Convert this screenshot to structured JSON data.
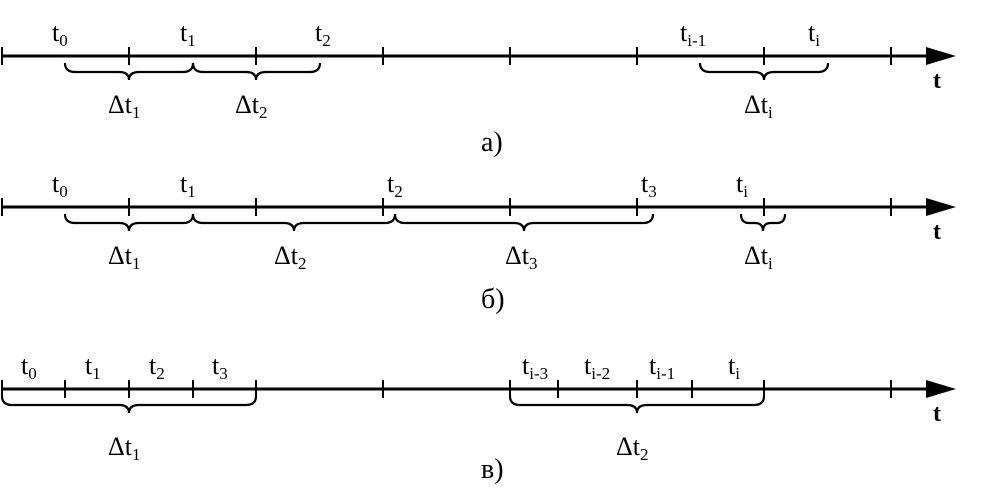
{
  "axis_symbol": "t",
  "panels": [
    {
      "caption": "а)",
      "points": [
        {
          "base": "t",
          "sub": "0"
        },
        {
          "base": "t",
          "sub": "1"
        },
        {
          "base": "t",
          "sub": "2"
        },
        {
          "base": "t",
          "sub": "i-1"
        },
        {
          "base": "t",
          "sub": "i"
        }
      ],
      "intervals": [
        {
          "base": "Δt",
          "sub": "1"
        },
        {
          "base": "Δt",
          "sub": "2"
        },
        {
          "base": "Δt",
          "sub": "i"
        }
      ]
    },
    {
      "caption": "б)",
      "points": [
        {
          "base": "t",
          "sub": "0"
        },
        {
          "base": "t",
          "sub": "1"
        },
        {
          "base": "t",
          "sub": "2"
        },
        {
          "base": "t",
          "sub": "3"
        },
        {
          "base": "t",
          "sub": "i"
        }
      ],
      "intervals": [
        {
          "base": "Δt",
          "sub": "1"
        },
        {
          "base": "Δt",
          "sub": "2"
        },
        {
          "base": "Δt",
          "sub": "3"
        },
        {
          "base": "Δt",
          "sub": "i"
        }
      ]
    },
    {
      "caption": "в)",
      "points": [
        {
          "base": "t",
          "sub": "0"
        },
        {
          "base": "t",
          "sub": "1"
        },
        {
          "base": "t",
          "sub": "2"
        },
        {
          "base": "t",
          "sub": "3"
        },
        {
          "base": "t",
          "sub": "i-3"
        },
        {
          "base": "t",
          "sub": "i-2"
        },
        {
          "base": "t",
          "sub": "i-1"
        },
        {
          "base": "t",
          "sub": "i"
        }
      ],
      "intervals": [
        {
          "base": "Δt",
          "sub": "1"
        },
        {
          "base": "Δt",
          "sub": "2"
        }
      ]
    }
  ]
}
